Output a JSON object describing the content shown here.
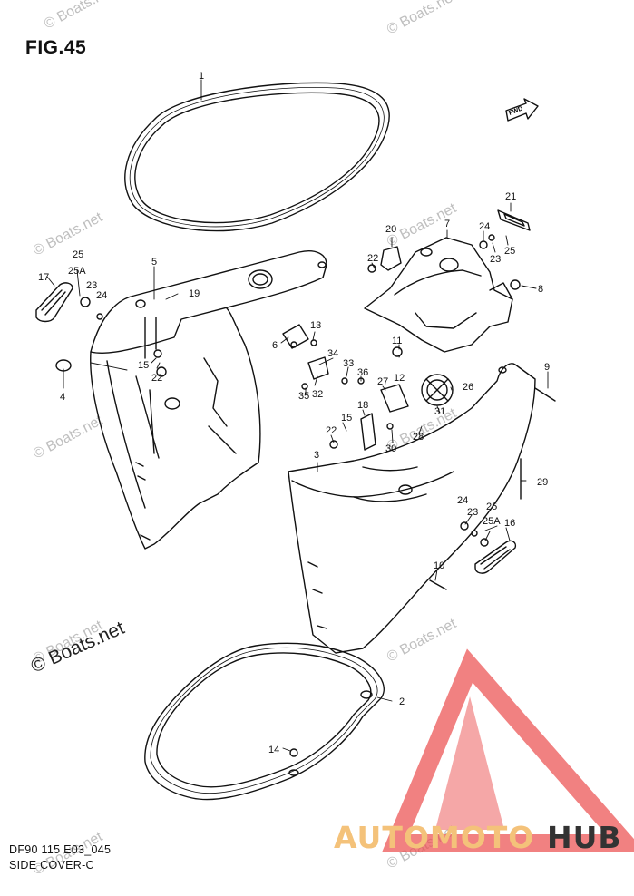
{
  "figure": {
    "title": "FIG.45",
    "model_code": "DF90 115 E03_045",
    "name": "SIDE COVER-C",
    "direction_marker": "FWD"
  },
  "callouts": {
    "c1": "1",
    "c2": "2",
    "c3": "3",
    "c4": "4",
    "c5": "5",
    "c6": "6",
    "c7": "7",
    "c8": "8",
    "c9": "9",
    "c10": "10",
    "c11": "11",
    "c12": "12",
    "c13": "13",
    "c14": "14",
    "c15a": "15",
    "c15b": "15",
    "c16": "16",
    "c17": "17",
    "c18": "18",
    "c19": "19",
    "c20": "20",
    "c21": "21",
    "c22a": "22",
    "c22b": "22",
    "c22c": "22",
    "c23a": "23",
    "c23b": "23",
    "c23c": "23",
    "c24a": "24",
    "c24b": "24",
    "c24c": "24",
    "c25a": "25",
    "c25b": "25",
    "c25c": "25",
    "c25Aa": "25A",
    "c25Ab": "25A",
    "c26": "26",
    "c27": "27",
    "c28": "28",
    "c29": "29",
    "c30": "30",
    "c31": "31",
    "c32": "32",
    "c33": "33",
    "c34": "34",
    "c35": "35",
    "c36": "36"
  },
  "watermarks": {
    "small": "© Boats.net",
    "large": "© Boats.net"
  },
  "brand": {
    "part1": "AUTOMOTO",
    "part2": "HUB",
    "color_part1": "#f4c27a",
    "color_part2": "#333333",
    "triangle_color": "#ec5050"
  }
}
